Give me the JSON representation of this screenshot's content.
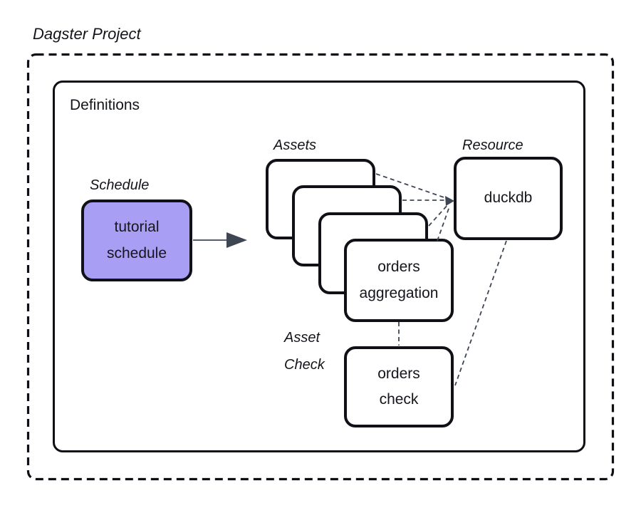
{
  "title": "Dagster Project",
  "definitions": {
    "label": "Definitions"
  },
  "schedule": {
    "label": "Schedule",
    "box_text": "tutorial\nschedule"
  },
  "assets": {
    "label": "Assets",
    "stack_count": 4,
    "front_box_text": "orders\naggregation"
  },
  "resource": {
    "label": "Resource",
    "box_text": "duckdb"
  },
  "asset_check": {
    "label": "Asset\nCheck",
    "box_text": "orders\ncheck"
  },
  "colors": {
    "schedule_fill": "#a89ef3",
    "box_border": "#101116",
    "connector": "#3e4553",
    "background": "#ffffff"
  }
}
